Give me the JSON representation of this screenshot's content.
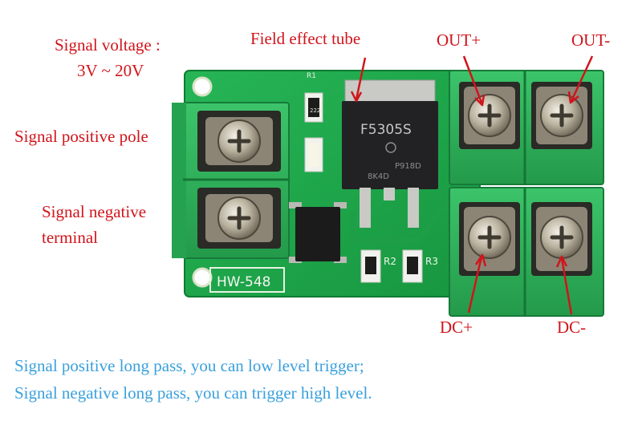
{
  "labels": {
    "signal_voltage_line1": "Signal voltage :",
    "signal_voltage_line2": "3V ~ 20V",
    "field_effect_tube": "Field effect tube",
    "out_plus": "OUT+",
    "out_minus": "OUT-",
    "signal_positive_pole": "Signal positive pole",
    "signal_negative_line1": "Signal negative",
    "signal_negative_line2": "terminal",
    "dc_plus": "DC+",
    "dc_minus": "DC-"
  },
  "captions": {
    "line1": "Signal positive long pass, you can low level trigger;",
    "line2": "Signal negative long pass, you can trigger high level."
  },
  "board": {
    "model": "HW-548",
    "mosfet_marking_1": "F5305S",
    "mosfet_marking_2": "P918D",
    "mosfet_marking_3": "8K4D",
    "r1": "R1",
    "r2": "R2",
    "r3": "R3",
    "resistor_code": "222"
  },
  "colors": {
    "label_red": "#d0141b",
    "caption_blue": "#3aa0dc",
    "pcb_green": "#1faa4c",
    "terminal_green": "#2fb45a"
  }
}
